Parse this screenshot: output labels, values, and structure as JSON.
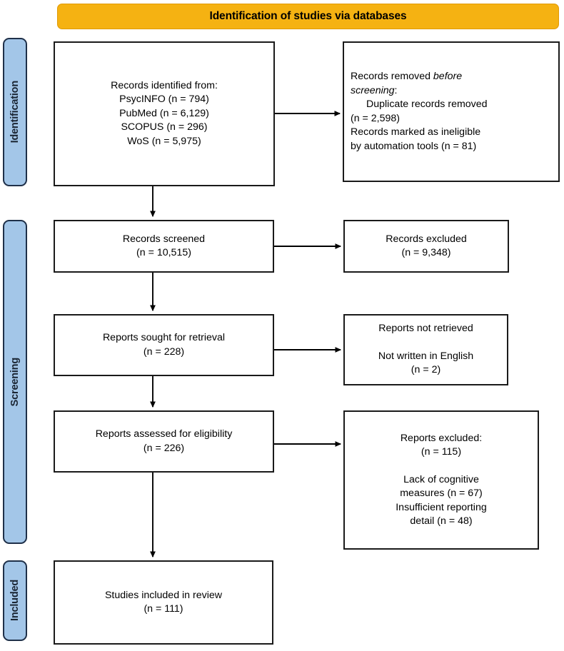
{
  "banner": {
    "title": "Identification of studies via databases",
    "color": "#F5B212"
  },
  "stages": {
    "identification": "Identification",
    "screening": "Screening",
    "included": "Included",
    "color": "#A3C6E8"
  },
  "boxes": {
    "records_identified": {
      "heading": "Records identified from:",
      "sources": [
        "PsycINFO (n = 794)",
        "PubMed (n = 6,129)",
        "SCOPUS (n = 296)",
        "WoS (n = 5,975)"
      ]
    },
    "records_removed": {
      "line1_a": "Records removed ",
      "line1_b": "before",
      "line2_a": "screening",
      "line2_b": ":",
      "item1_l1": "Duplicate records removed",
      "item1_l2": "(n = 2,598)",
      "item2_l1": "Records marked as ineligible",
      "item2_l2": "by automation tools (n = 81)"
    },
    "records_screened": {
      "label": "Records screened",
      "count": "(n = 10,515)"
    },
    "records_excluded": {
      "label": "Records excluded",
      "count": "(n = 9,348)"
    },
    "reports_sought": {
      "label": "Reports sought for retrieval",
      "count": "(n = 228)"
    },
    "reports_not_retrieved": {
      "label": "Reports not retrieved",
      "reason": "Not written in English",
      "count": "(n = 2)"
    },
    "reports_assessed": {
      "label": "Reports assessed for eligibility",
      "count": "(n = 226)"
    },
    "reports_excluded": {
      "label": "Reports excluded:",
      "count": "(n = 115)",
      "reason1_l1": "Lack of cognitive",
      "reason1_l2": "measures (n = 67)",
      "reason2_l1": "Insufficient reporting",
      "reason2_l2": "detail (n = 48)"
    },
    "studies_included": {
      "label": "Studies included in review",
      "count": "(n = 111)"
    }
  }
}
